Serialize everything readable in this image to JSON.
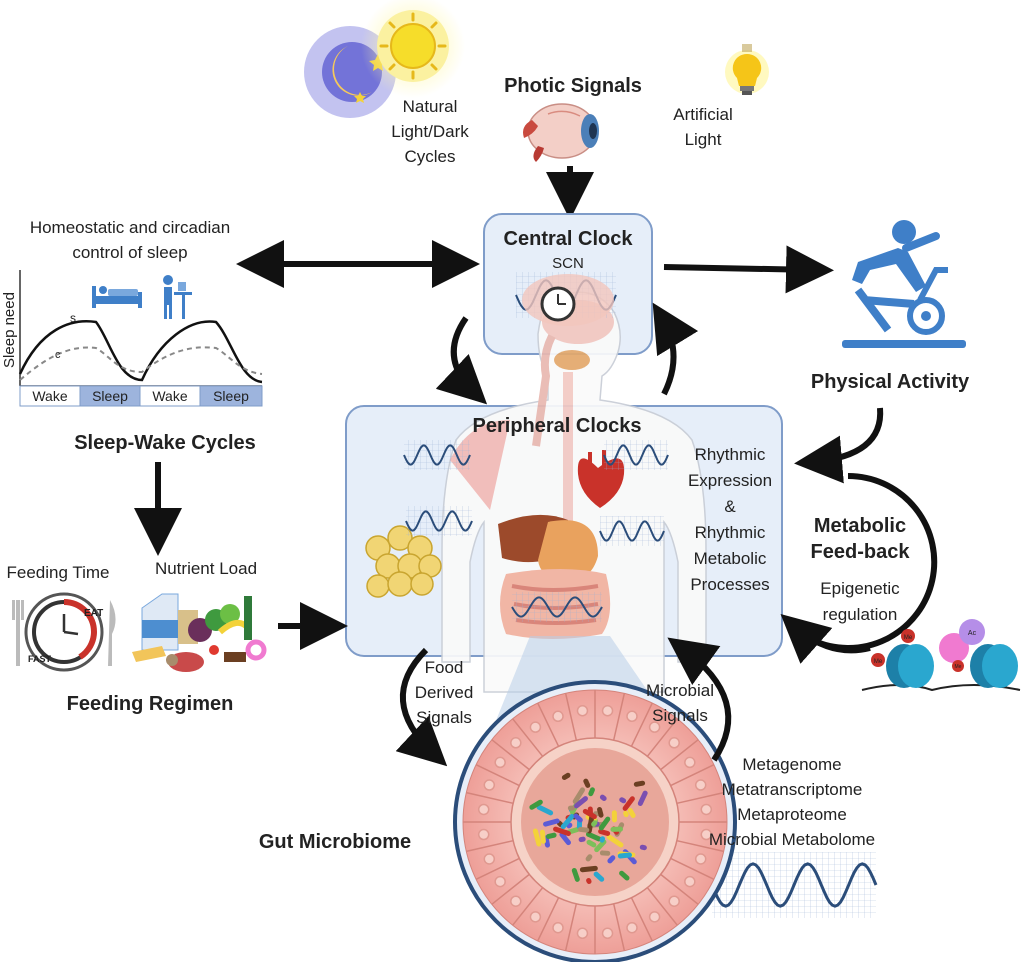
{
  "photic": {
    "title": "Photic Signals",
    "natural": [
      "Natural",
      "Light/Dark",
      "Cycles"
    ],
    "artificial": [
      "Artificial",
      "Light"
    ]
  },
  "central": {
    "title": "Central Clock",
    "sub": "SCN"
  },
  "sleep": {
    "header": [
      "Homeostatic and circadian",
      "control of sleep"
    ],
    "y_axis": "Sleep need",
    "s_label": "s",
    "c_label": "c",
    "phases": [
      "Wake",
      "Sleep",
      "Wake",
      "Sleep"
    ],
    "title": "Sleep-Wake Cycles"
  },
  "physical": {
    "title": "Physical Activity"
  },
  "peripheral": {
    "title": "Peripheral Clocks",
    "rhythmic": [
      "Rhythmic",
      "Expression",
      "&",
      "Rhythmic",
      "Metabolic",
      "Processes"
    ]
  },
  "metabolic": {
    "title": [
      "Metabolic",
      "Feed-back"
    ],
    "sub": [
      "Epigenetic",
      "regulation"
    ],
    "marks": [
      "Me",
      "Me",
      "Ac",
      "Me"
    ]
  },
  "feeding": {
    "time": "Feeding Time",
    "nutrient": "Nutrient Load",
    "eat": "EAT",
    "fast": "FAST",
    "title": "Feeding Regimen"
  },
  "gut": {
    "food": [
      "Food",
      "Derived",
      "Signals"
    ],
    "microbial": [
      "Microbial",
      "Signals"
    ],
    "title": "Gut Microbiome",
    "omics": [
      "Metagenome",
      "Metatranscriptome",
      "Metaproteome",
      "Microbial Metabolome"
    ]
  },
  "colors": {
    "panel_fill": "#e6eef9",
    "panel_stroke": "#7f9cc9",
    "wave": "#2b4d7a",
    "bike": "#3f7fc8",
    "sun": "#f6dd2a",
    "moon": "#6f6fd6",
    "gut_pink": "#f3a7a0"
  }
}
